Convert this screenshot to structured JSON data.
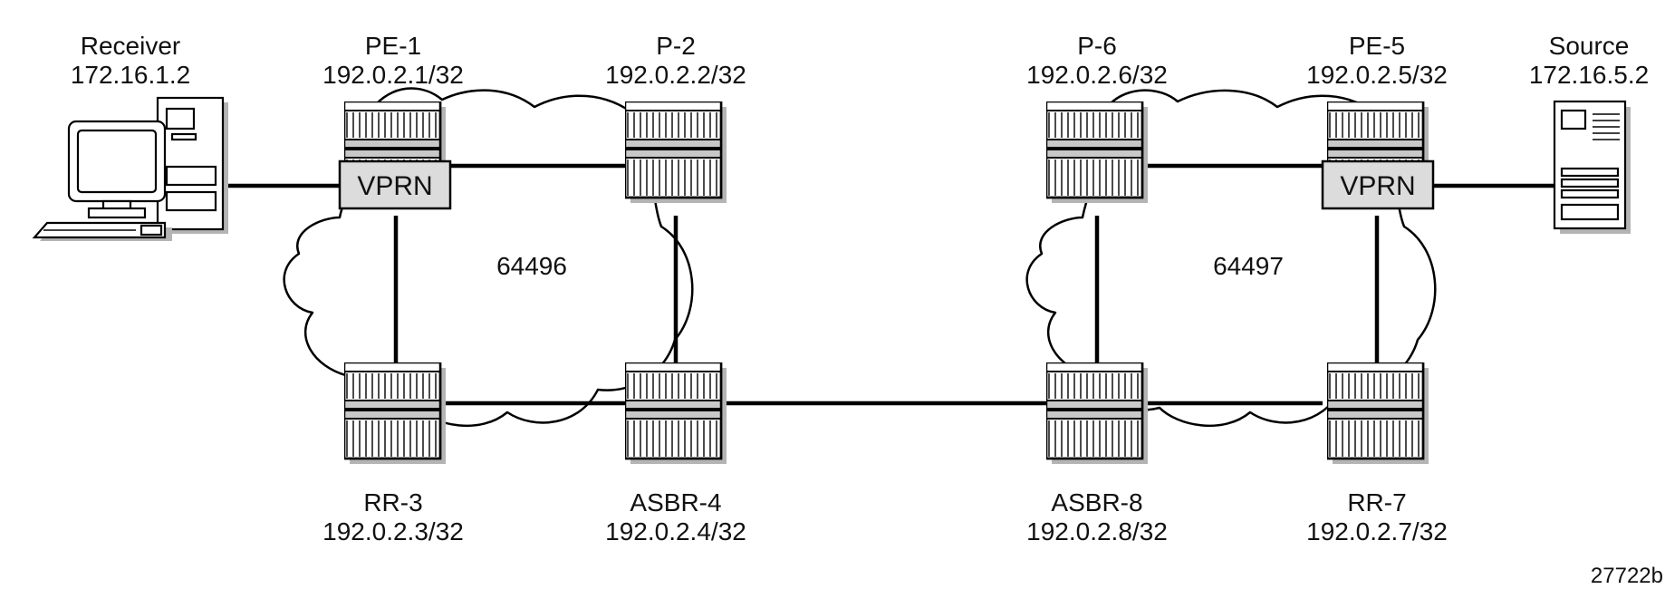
{
  "nodes": {
    "receiver": {
      "name": "Receiver",
      "ip": "172.16.1.2"
    },
    "pe1": {
      "name": "PE-1",
      "ip": "192.0.2.1/32",
      "service": "VPRN"
    },
    "p2": {
      "name": "P-2",
      "ip": "192.0.2.2/32"
    },
    "rr3": {
      "name": "RR-3",
      "ip": "192.0.2.3/32"
    },
    "asbr4": {
      "name": "ASBR-4",
      "ip": "192.0.2.4/32"
    },
    "p6": {
      "name": "P-6",
      "ip": "192.0.2.6/32"
    },
    "pe5": {
      "name": "PE-5",
      "ip": "192.0.2.5/32",
      "service": "VPRN"
    },
    "asbr8": {
      "name": "ASBR-8",
      "ip": "192.0.2.8/32"
    },
    "rr7": {
      "name": "RR-7",
      "ip": "192.0.2.7/32"
    },
    "source": {
      "name": "Source",
      "ip": "172.16.5.2"
    }
  },
  "as_numbers": {
    "left": "64496",
    "right": "64497"
  },
  "figure_id": "27722b",
  "colors": {
    "line": "#000000",
    "router_band": "#c8c8c8",
    "vprn_box": "#dcdcdc",
    "shadow": "#b4b4b4"
  },
  "icons": [
    "router-icon",
    "workstation-icon",
    "server-icon",
    "cloud-icon"
  ]
}
